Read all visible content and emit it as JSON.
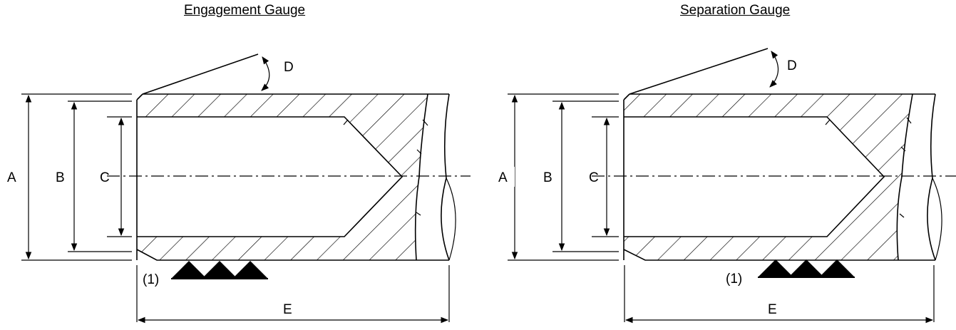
{
  "gauges": [
    {
      "title": "Engagement Gauge",
      "labels": {
        "a": "A",
        "b": "B",
        "c": "C",
        "d": "D",
        "e": "E",
        "marker": "(1)"
      }
    },
    {
      "title": "Separation Gauge",
      "labels": {
        "a": "A",
        "b": "B",
        "c": "C",
        "d": "D",
        "e": "E",
        "marker": "(1)"
      }
    }
  ],
  "marker_symbol": "surface-texture-triangles"
}
